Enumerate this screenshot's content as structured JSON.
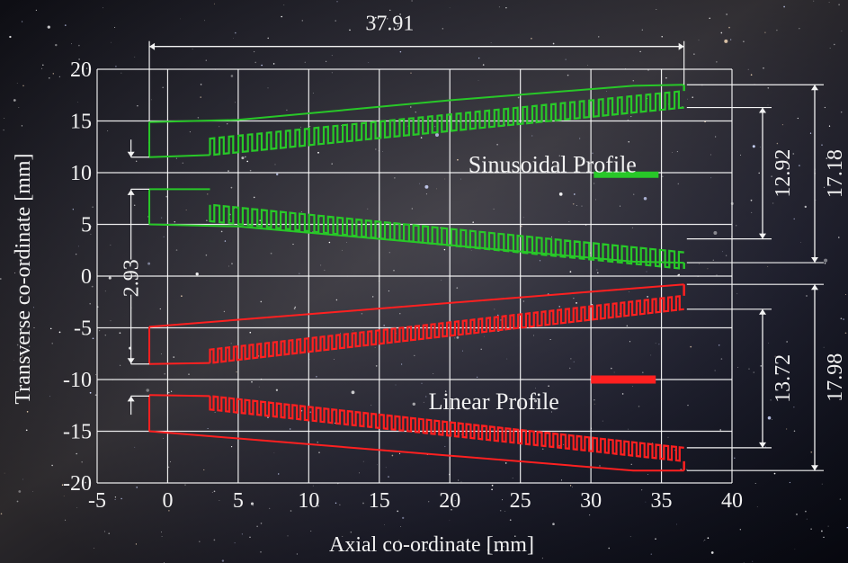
{
  "chart_data": {
    "type": "line",
    "title": "",
    "xlabel": "Axial co-ordinate [mm]",
    "ylabel": "Transverse co-ordinate [mm]",
    "xlim": [
      -5,
      40
    ],
    "ylim": [
      -20,
      20
    ],
    "x_ticks": [
      "-5",
      "0",
      "5",
      "10",
      "15",
      "20",
      "25",
      "30",
      "35",
      "40"
    ],
    "y_ticks": [
      "20",
      "15",
      "10",
      "5",
      "0",
      "-5",
      "-10",
      "-15",
      "-20"
    ],
    "grid": true,
    "background": "starfield",
    "colors": {
      "sinusoidal": "#28c828",
      "linear": "#ff2020",
      "grid": "#ffffff",
      "text": "#f2f2f2"
    },
    "legend": [
      {
        "label": "Sinusoidal Profile",
        "color": "#28c828",
        "x": 32.5,
        "y": 9.8
      },
      {
        "label": "Linear Profile",
        "color": "#ff2020",
        "x": 32.3,
        "y": -10.0
      }
    ],
    "series": [
      {
        "name": "Sinusoidal Profile",
        "components": {
          "upper_outer": {
            "x": [
              -1.3,
              5,
              20,
              33,
              36.6
            ],
            "y": [
              14.9,
              15.1,
              17.0,
              18.4,
              18.5
            ]
          },
          "upper_taper": {
            "x": [
              -1.3,
              3.0
            ],
            "y": [
              11.5,
              11.7
            ]
          },
          "upper_teeth": {
            "x_start": 3.0,
            "x_end": 36.6,
            "base_start": 11.7,
            "base_end": 16.3,
            "height": 1.6,
            "count": 50
          },
          "lower_outer": {
            "x": [
              -1.3,
              5,
              20,
              33,
              36.6
            ],
            "y": [
              5.0,
              4.8,
              3.0,
              1.4,
              1.3
            ]
          },
          "lower_taper": {
            "x": [
              -1.3,
              3.0
            ],
            "y": [
              8.4,
              8.4
            ]
          },
          "lower_teeth": {
            "x_start": 3.0,
            "x_end": 36.6,
            "base_start": 6.9,
            "base_end": 2.3,
            "height": 1.6,
            "count": 50
          }
        }
      },
      {
        "name": "Linear Profile",
        "components": {
          "upper_outer": {
            "x": [
              -1.3,
              36.6
            ],
            "y": [
              -4.9,
              -0.8
            ]
          },
          "upper_taper": {
            "x": [
              -1.3,
              3.0
            ],
            "y": [
              -8.5,
              -8.4
            ]
          },
          "upper_teeth": {
            "x_start": 3.0,
            "x_end": 36.6,
            "base_start": -8.4,
            "base_end": -3.2,
            "height": 1.3,
            "count": 60
          },
          "lower_outer": {
            "x": [
              -1.3,
              33,
              36.6
            ],
            "y": [
              -15.0,
              -18.8,
              -18.8
            ]
          },
          "lower_taper": {
            "x": [
              -1.3,
              3.0
            ],
            "y": [
              -11.5,
              -11.6
            ]
          },
          "lower_teeth": {
            "x_start": 3.0,
            "x_end": 36.6,
            "base_start": -11.6,
            "base_end": -16.6,
            "height": 1.3,
            "count": 60
          }
        }
      }
    ],
    "annotations": [
      {
        "id": "length",
        "text": "37.91",
        "orientation": "horizontal",
        "from": [
          -1.3,
          22.2
        ],
        "to": [
          36.6,
          22.2
        ]
      },
      {
        "id": "gap",
        "text": "2.93",
        "orientation": "vertical",
        "x": -2.6,
        "from": 8.4,
        "to": -8.5
      },
      {
        "id": "green-inner",
        "text": "12.92",
        "orientation": "vertical",
        "x": 36.8,
        "from": 16.3,
        "to": 3.6
      },
      {
        "id": "green-outer",
        "text": "17.18",
        "orientation": "vertical",
        "x": 36.8,
        "from": 18.5,
        "to": 1.3
      },
      {
        "id": "red-inner",
        "text": "13.72",
        "orientation": "vertical",
        "x": 36.8,
        "from": -3.2,
        "to": -16.6
      },
      {
        "id": "red-outer",
        "text": "17.98",
        "orientation": "vertical",
        "x": 36.8,
        "from": -0.8,
        "to": -18.8
      }
    ]
  }
}
